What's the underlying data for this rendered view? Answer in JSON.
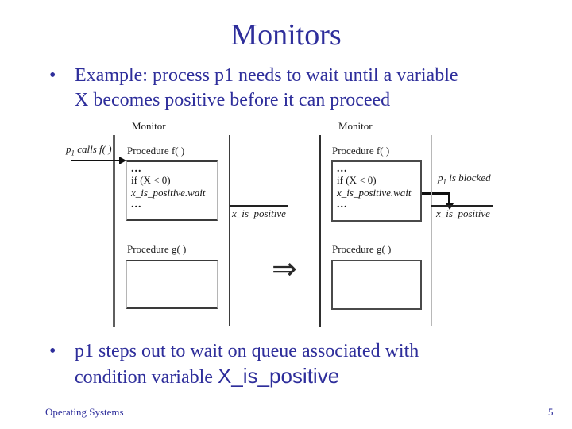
{
  "colors": {
    "navy": "#2e2e9b",
    "ink": "#1b1b1b",
    "bar_gray": "#5f5f5f",
    "queue_gray": "#b8b8b8"
  },
  "title": "Monitors",
  "bullet_char": "•",
  "bullets": {
    "b1": {
      "line1": "Example: process p1 needs to wait until a variable",
      "line2": "X becomes positive before it can proceed"
    },
    "b2": {
      "line1": "p1 steps out to wait on queue associated with",
      "line2_prefix": "condition variable ",
      "line2_code": "X_is_positive"
    }
  },
  "diagram": {
    "left": {
      "monitor_label": "Monitor",
      "caller_p": "p",
      "caller_sub": "1",
      "caller_rest": " calls f( )",
      "proc_f": "Procedure f( )",
      "code": [
        "...",
        "if (X < 0)",
        "x_is_positive.wait",
        "..."
      ],
      "proc_g": "Procedure g( )",
      "queue_label": "x_is_positive"
    },
    "implies": "⇒",
    "right": {
      "monitor_label": "Monitor",
      "proc_f": "Procedure f( )",
      "code": [
        "...",
        "if (X < 0)",
        "x_is_positive.wait",
        "..."
      ],
      "proc_g": "Procedure g( )",
      "blocked_p": "p",
      "blocked_sub": "1",
      "blocked_rest": " is blocked",
      "queue_label": "x_is_positive"
    }
  },
  "footer": {
    "left": "Operating Systems",
    "page": "5"
  }
}
